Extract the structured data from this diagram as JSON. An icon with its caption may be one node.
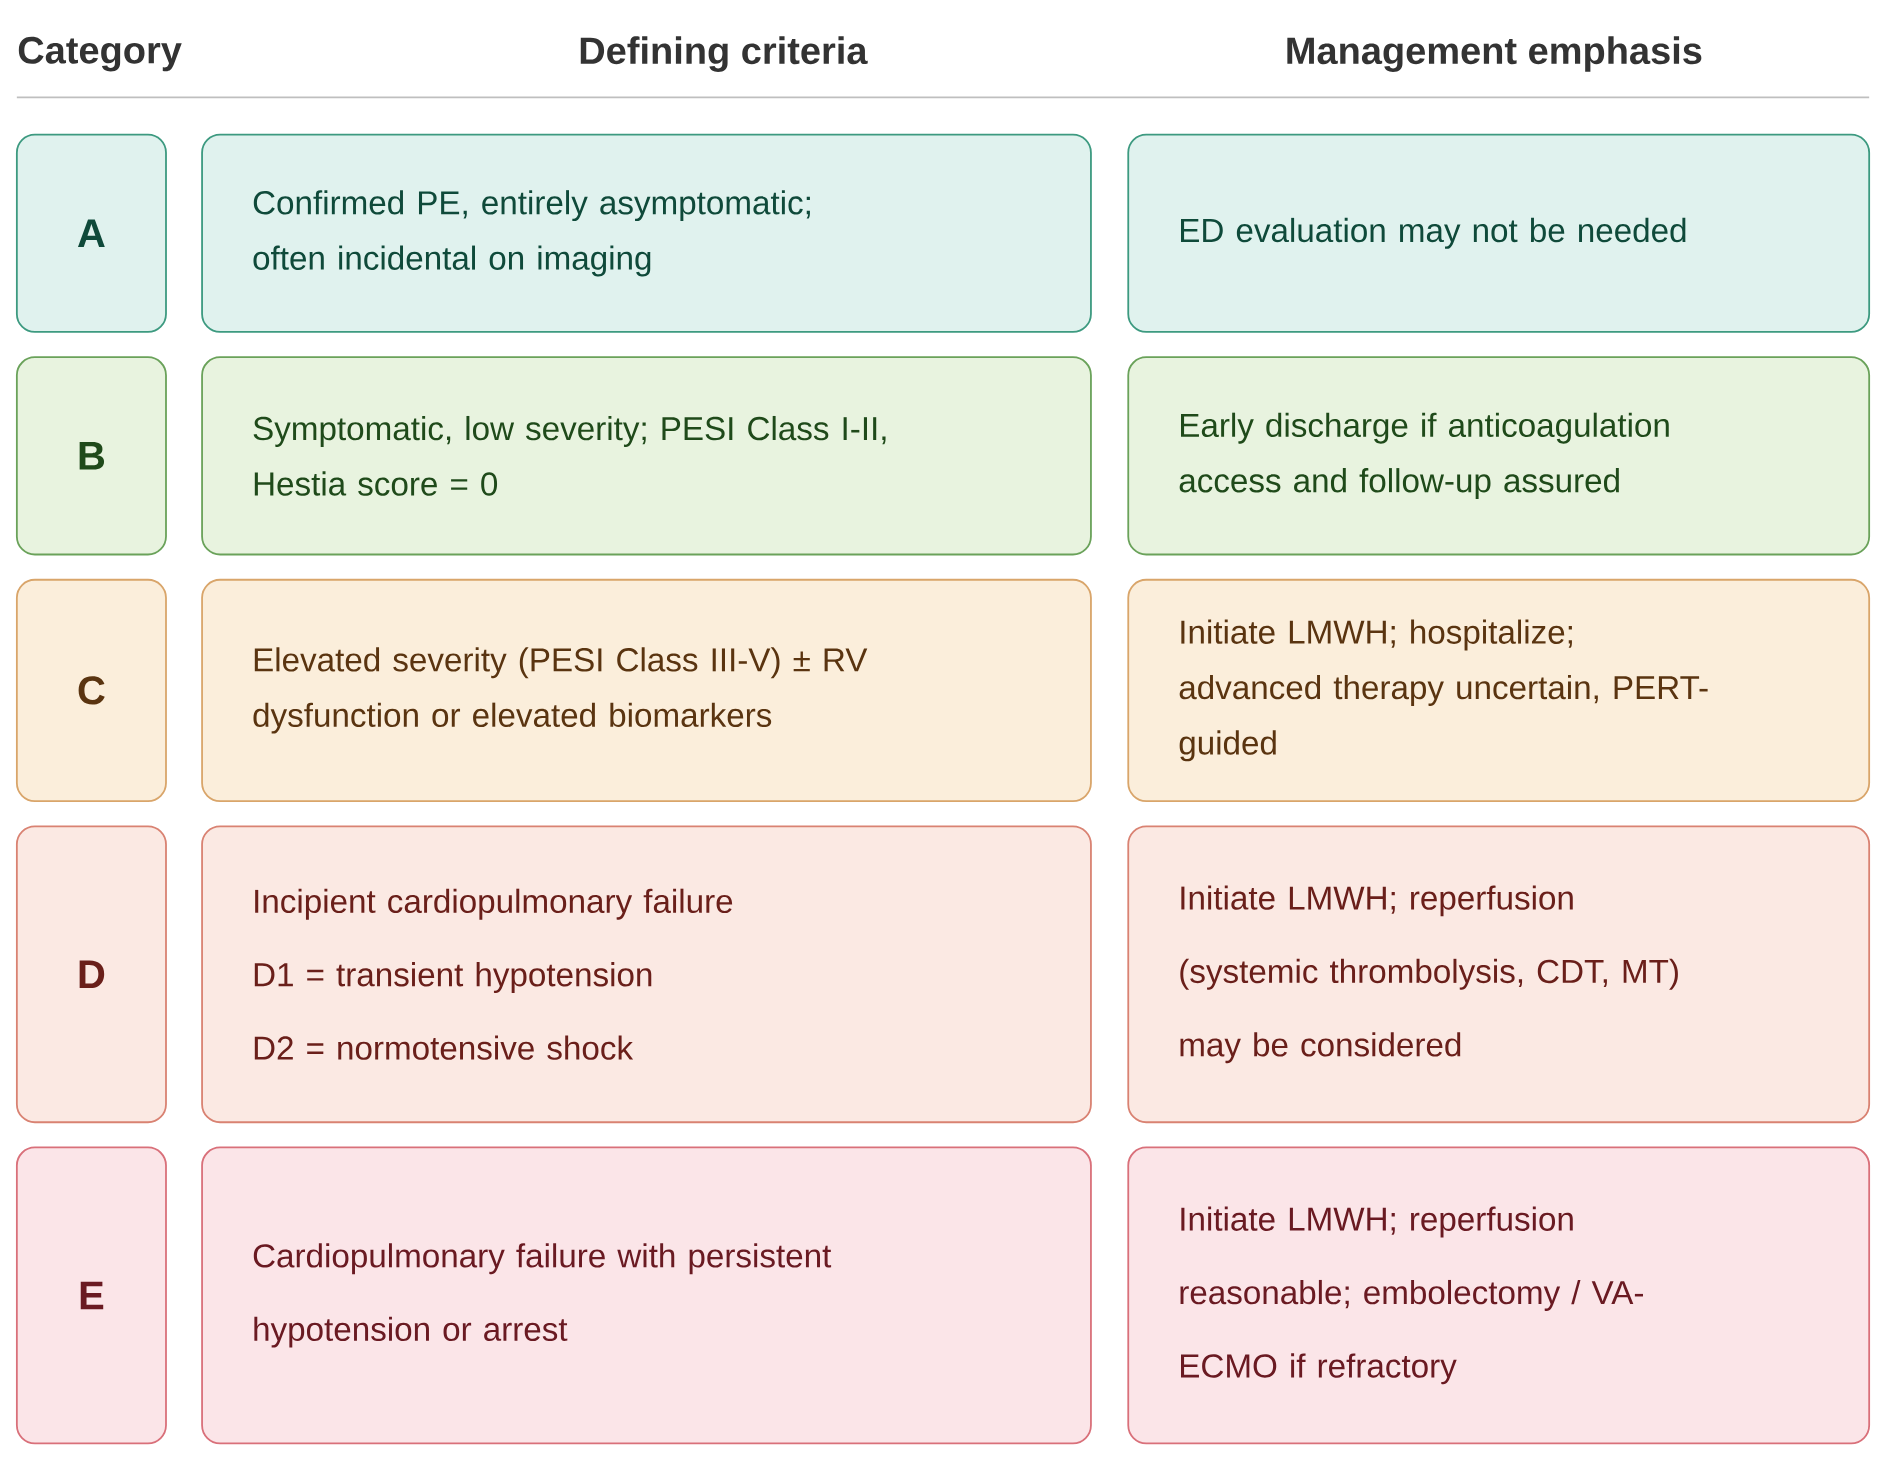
{
  "diagram": {
    "nodes": [
      {
        "text": [
          "A"
        ]
      },
      {
        "text": [
          "Confirmed PE, entirely asymptomatic; often incidental on imaging"
        ]
      },
      {
        "text": [
          "ED evaluation may not be needed"
        ]
      },
      {
        "text": [
          "B"
        ]
      },
      {
        "text": [
          "Symptomatic, low severity; PESI Class I-II, Hestia score = 0"
        ]
      },
      {
        "text": [
          "Early discharge if anticoagulation access and follow-up assured"
        ]
      },
      {
        "text": [
          "C"
        ]
      },
      {
        "text": [
          "Elevated severity (PESI Class III-V) ± RV dysfunction or elevated biomarkers"
        ]
      },
      {
        "text": [
          "Initiate LMWH; hospitalize; advanced therapy uncertain, PERT-guided"
        ]
      },
      {
        "text": [
          "D"
        ]
      },
      {
        "text": [
          "Incipient cardiopulmonary failure",
          "D1 = transient hypotension",
          "D2 = normotensive shock"
        ]
      },
      {
        "text": [
          "Initiate LMWH; reperfusion (systemic thrombolysis, CDT, MT) may be considered"
        ]
      },
      {
        "text": [
          "E"
        ]
      },
      {
        "text": [
          "Cardiopulmonary failure with persistent hypotension or arrest"
        ]
      },
      {
        "text": [
          "Initiate LMWH; reperfusion reasonable; embolectomy / VA-ECMO if refractory"
        ]
      }
    ],
    "labels": [
      "Category",
      "Defining criteria",
      "Management emphasis"
    ]
  }
}
